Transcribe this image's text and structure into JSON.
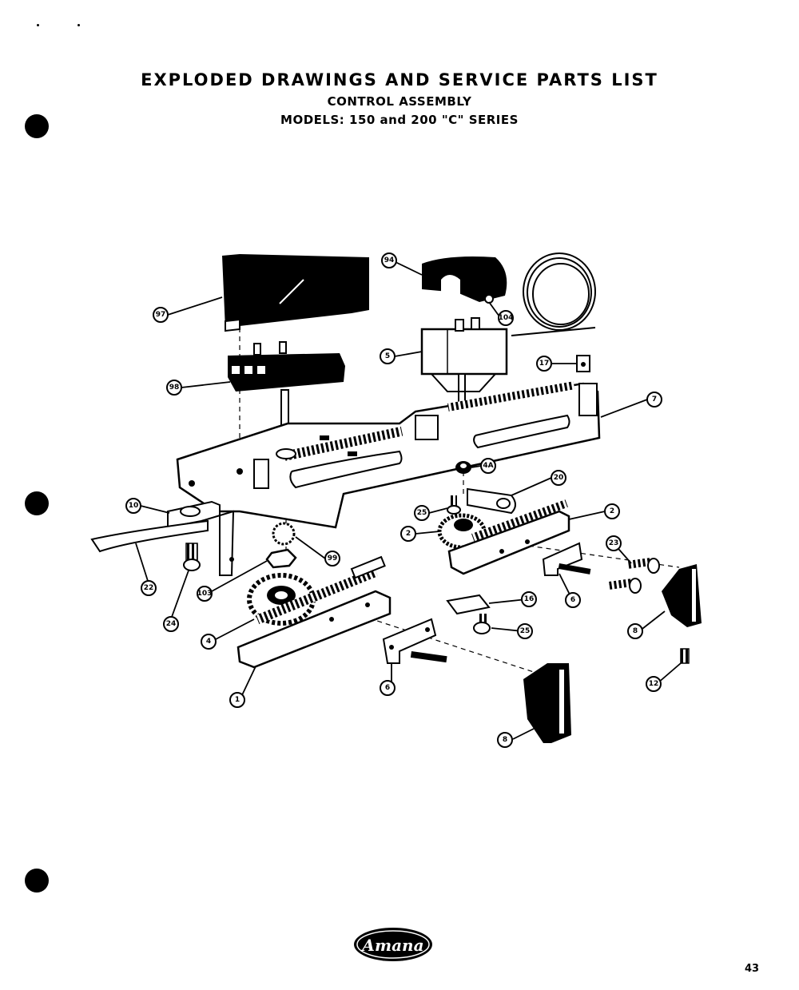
{
  "header": {
    "title": "EXPLODED DRAWINGS AND SERVICE PARTS LIST",
    "subtitle": "CONTROL ASSEMBLY",
    "models": "MODELS: 150 and 200 \"C\" SERIES"
  },
  "callouts": [
    {
      "id": "c97",
      "label": "97"
    },
    {
      "id": "c94",
      "label": "94"
    },
    {
      "id": "c104",
      "label": "104"
    },
    {
      "id": "c5",
      "label": "5"
    },
    {
      "id": "c98",
      "label": "98"
    },
    {
      "id": "c17",
      "label": "17"
    },
    {
      "id": "c7",
      "label": "7"
    },
    {
      "id": "c4a",
      "label": "4A"
    },
    {
      "id": "c20",
      "label": "20"
    },
    {
      "id": "c25a",
      "label": "25"
    },
    {
      "id": "c2b",
      "label": "2"
    },
    {
      "id": "c2a",
      "label": "2"
    },
    {
      "id": "c10",
      "label": "10"
    },
    {
      "id": "c22",
      "label": "22"
    },
    {
      "id": "c24",
      "label": "24"
    },
    {
      "id": "c99",
      "label": "99"
    },
    {
      "id": "c103",
      "label": "103"
    },
    {
      "id": "c23",
      "label": "23"
    },
    {
      "id": "c6a",
      "label": "6"
    },
    {
      "id": "c8a",
      "label": "8"
    },
    {
      "id": "c16",
      "label": "16"
    },
    {
      "id": "c25b",
      "label": "25"
    },
    {
      "id": "c4",
      "label": "4"
    },
    {
      "id": "c1",
      "label": "1"
    },
    {
      "id": "c6b",
      "label": "6"
    },
    {
      "id": "c12",
      "label": "12"
    },
    {
      "id": "c8b",
      "label": "8"
    }
  ],
  "logo": {
    "text": "Amana"
  },
  "page_number": "43",
  "colors": {
    "ink": "#000000",
    "paper": "#ffffff"
  }
}
